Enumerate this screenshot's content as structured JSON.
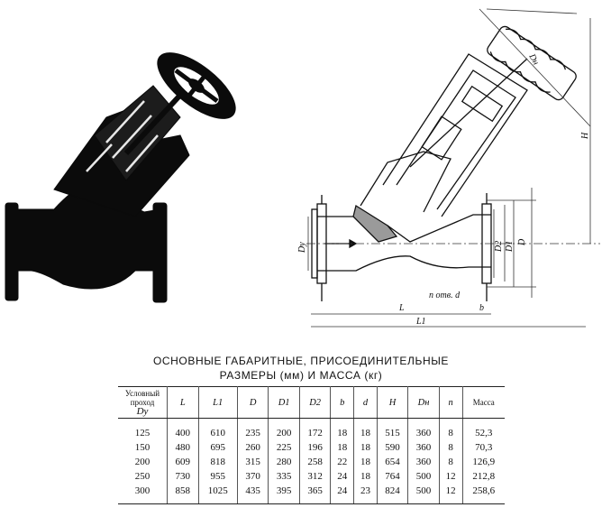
{
  "caption": {
    "line1": "ОСНОВНЫЕ ГАБАРИТНЫЕ, ПРИСОЕДИНИТЕЛЬНЫЕ",
    "line2": "РАЗМЕРЫ (мм) И МАССА (кг)"
  },
  "drawing": {
    "labels": [
      "Dн",
      "Dy",
      "D2",
      "D1",
      "D",
      "H",
      "L",
      "L1",
      "n отв. d",
      "b"
    ]
  },
  "table": {
    "dy_header": {
      "line1": "Условный",
      "line2": "проход",
      "line3": "Dy"
    },
    "columns": [
      "L",
      "L1",
      "D",
      "D1",
      "D2",
      "b",
      "d",
      "H",
      "Dн",
      "n",
      "Масса"
    ],
    "rows": [
      [
        "125",
        "400",
        "610",
        "235",
        "200",
        "172",
        "18",
        "18",
        "515",
        "360",
        "8",
        "52,3"
      ],
      [
        "150",
        "480",
        "695",
        "260",
        "225",
        "196",
        "18",
        "18",
        "590",
        "360",
        "8",
        "70,3"
      ],
      [
        "200",
        "609",
        "818",
        "315",
        "280",
        "258",
        "22",
        "18",
        "654",
        "360",
        "8",
        "126,9"
      ],
      [
        "250",
        "730",
        "955",
        "370",
        "335",
        "312",
        "24",
        "18",
        "764",
        "500",
        "12",
        "212,8"
      ],
      [
        "300",
        "858",
        "1025",
        "435",
        "395",
        "365",
        "24",
        "23",
        "824",
        "500",
        "12",
        "258,6"
      ]
    ]
  }
}
